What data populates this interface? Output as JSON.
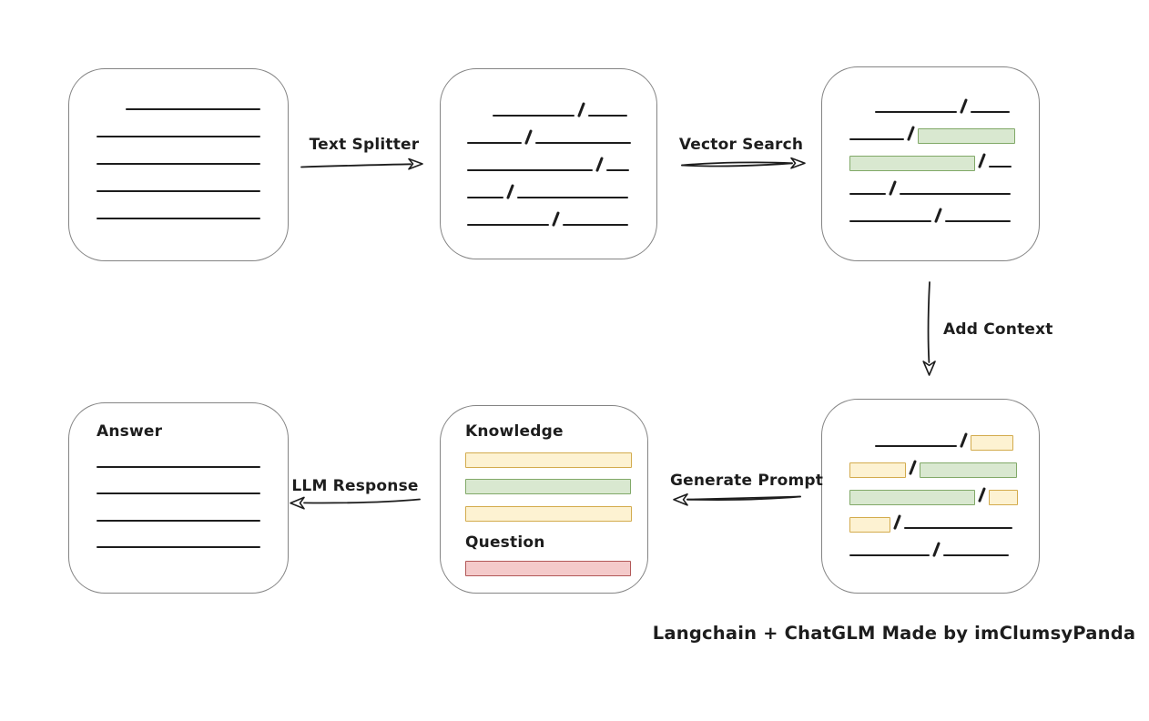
{
  "palette": {
    "ink": "#1d1d1d",
    "box_border": "#848484",
    "green_fill": "#d9e8d0",
    "green_border": "#81a968",
    "yellow_fill": "#fdf2d2",
    "yellow_border": "#d3ab4d",
    "red_fill": "#f4caca",
    "red_border": "#b25858",
    "bg": "#ffffff"
  },
  "caption": "Langchain + ChatGLM Made by imClumsyPanda",
  "edges": {
    "text_splitter": {
      "label": "Text Splitter",
      "direction": "right"
    },
    "vector_search": {
      "label": "Vector Search",
      "direction": "right"
    },
    "add_context": {
      "label": "Add Context",
      "direction": "down"
    },
    "generate_prompt": {
      "label": "Generate Prompt",
      "direction": "left"
    },
    "llm_response": {
      "label": "LLM Response",
      "direction": "left"
    }
  },
  "nodes": {
    "document": {
      "description": "source document with plain text lines",
      "rows": [
        {
          "indent": 32,
          "items": [
            [
              "line",
              148
            ]
          ]
        },
        {
          "items": [
            [
              "line",
              180
            ]
          ]
        },
        {
          "items": [
            [
              "line",
              180
            ]
          ]
        },
        {
          "items": [
            [
              "line",
              180
            ]
          ]
        },
        {
          "items": [
            [
              "line",
              180
            ]
          ]
        }
      ]
    },
    "chunks": {
      "description": "document split into chunks separated by slashes",
      "rows": [
        {
          "indent": 28,
          "items": [
            [
              "line",
              90
            ],
            [
              "slash"
            ],
            [
              "line",
              43
            ]
          ]
        },
        {
          "items": [
            [
              "line",
              60
            ],
            [
              "slash"
            ],
            [
              "line",
              105
            ]
          ]
        },
        {
          "items": [
            [
              "line",
              138
            ],
            [
              "slash"
            ],
            [
              "line",
              25
            ]
          ]
        },
        {
          "items": [
            [
              "line",
              40
            ],
            [
              "slash"
            ],
            [
              "line",
              122
            ]
          ]
        },
        {
          "items": [
            [
              "line",
              90
            ],
            [
              "slash"
            ],
            [
              "line",
              72
            ]
          ]
        }
      ]
    },
    "matched_chunks": {
      "description": "chunks with vector-search matches highlighted green",
      "rows": [
        {
          "indent": 28,
          "items": [
            [
              "line",
              90
            ],
            [
              "slash"
            ],
            [
              "line",
              43
            ]
          ]
        },
        {
          "items": [
            [
              "line",
              60
            ],
            [
              "slash"
            ],
            [
              "green",
              107
            ]
          ]
        },
        {
          "items": [
            [
              "green",
              138
            ],
            [
              "slash"
            ],
            [
              "line",
              25
            ]
          ]
        },
        {
          "items": [
            [
              "line",
              40
            ],
            [
              "slash"
            ],
            [
              "line",
              122
            ]
          ]
        },
        {
          "items": [
            [
              "line",
              90
            ],
            [
              "slash"
            ],
            [
              "line",
              72
            ]
          ]
        }
      ]
    },
    "context_chunks": {
      "description": "matched chunks with added context highlighted yellow",
      "rows": [
        {
          "indent": 28,
          "items": [
            [
              "line",
              90
            ],
            [
              "slash"
            ],
            [
              "yellow",
              47
            ]
          ]
        },
        {
          "items": [
            [
              "yellow",
              62
            ],
            [
              "slash"
            ],
            [
              "green",
              107
            ]
          ]
        },
        {
          "items": [
            [
              "green",
              138
            ],
            [
              "slash"
            ],
            [
              "yellow",
              32
            ]
          ]
        },
        {
          "items": [
            [
              "yellow",
              45
            ],
            [
              "slash"
            ],
            [
              "line",
              119
            ]
          ]
        },
        {
          "items": [
            [
              "line",
              88
            ],
            [
              "slash"
            ],
            [
              "line",
              72
            ]
          ]
        }
      ]
    },
    "prompt": {
      "knowledge_label": "Knowledge",
      "question_label": "Question",
      "knowledge_bars": [
        {
          "color": "yellow",
          "width": 183
        },
        {
          "color": "green",
          "width": 182
        },
        {
          "color": "yellow",
          "width": 183
        }
      ],
      "question_bars": [
        {
          "color": "red",
          "width": 182
        }
      ]
    },
    "answer": {
      "label": "Answer",
      "lines": [
        180,
        180,
        180,
        180
      ]
    }
  }
}
